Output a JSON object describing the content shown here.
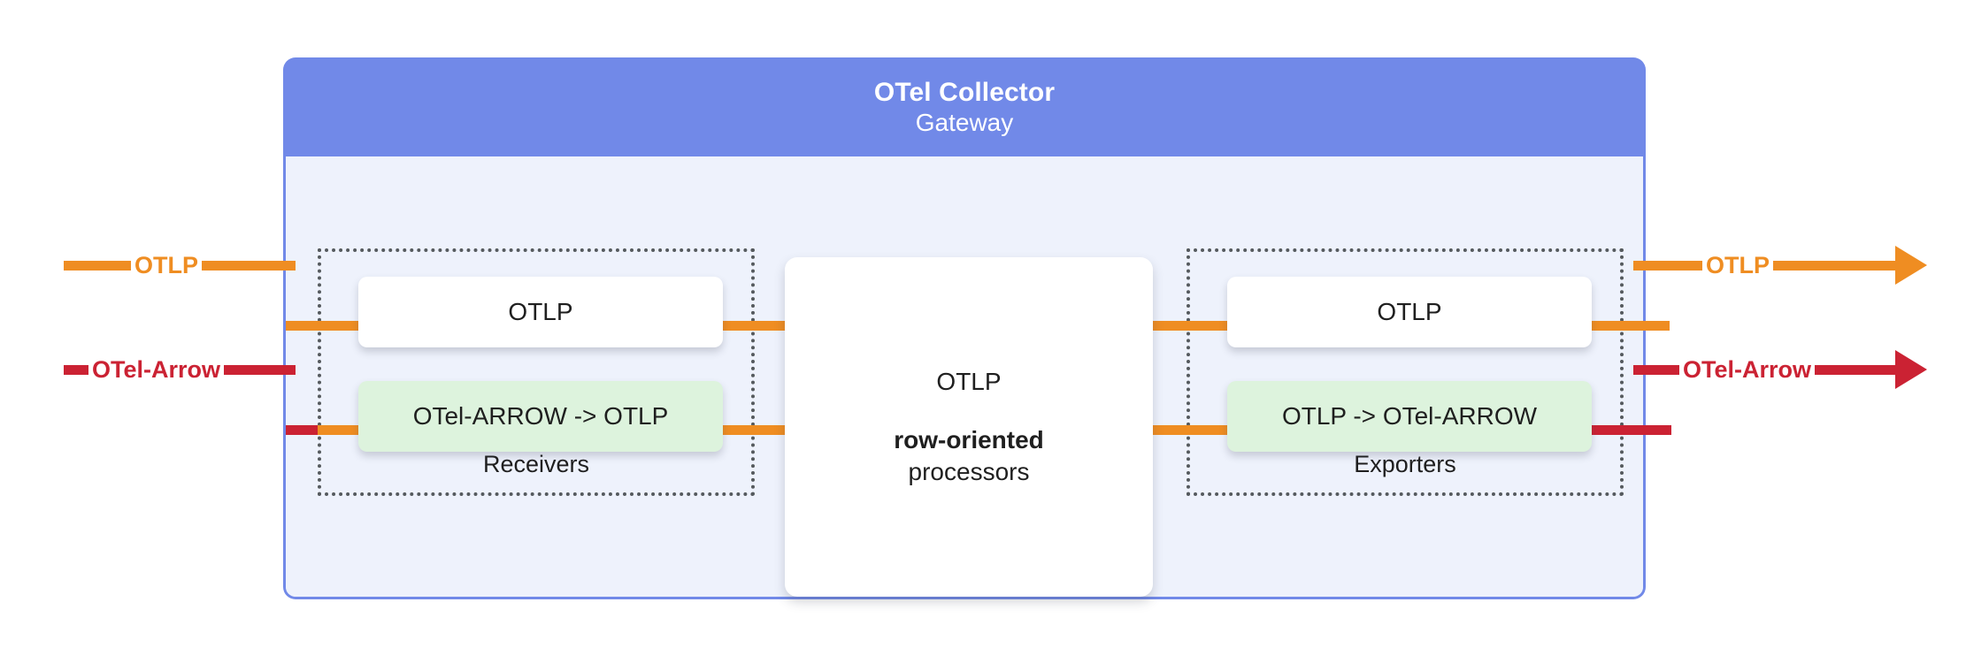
{
  "diagram": {
    "title": "OTel Collector",
    "subtitle": "Gateway"
  },
  "colors": {
    "header_blue": "#7189e8",
    "panel_blue": "#eef2fc",
    "otlp_orange": "#ef8d22",
    "otel_arrow_red": "#cb2233",
    "green_box": "#ddf3dd",
    "white_box": "#ffffff",
    "dotted_border": "#555a5e"
  },
  "receivers": {
    "label": "Receivers",
    "items": [
      {
        "text": "OTLP",
        "style": "white"
      },
      {
        "text": "OTel-ARROW -> OTLP",
        "style": "green"
      }
    ]
  },
  "processors": {
    "line1": "OTLP",
    "line2": "row-oriented",
    "line3": "processors"
  },
  "exporters": {
    "label": "Exporters",
    "items": [
      {
        "text": "OTLP",
        "style": "white"
      },
      {
        "text": "OTLP -> OTel-ARROW",
        "style": "green"
      }
    ]
  },
  "edges": {
    "left_top": {
      "label": "OTLP",
      "color": "otlp_orange"
    },
    "left_bottom": {
      "label": "OTel-Arrow",
      "color": "otel_arrow_red"
    },
    "right_top": {
      "label": "OTLP",
      "color": "otlp_orange"
    },
    "right_bottom": {
      "label": "OTel-Arrow",
      "color": "otel_arrow_red"
    }
  }
}
